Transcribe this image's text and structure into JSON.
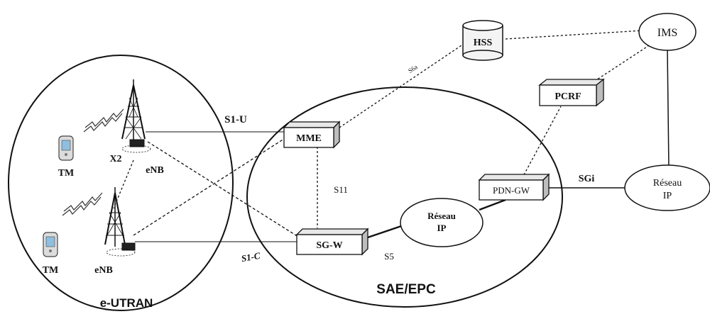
{
  "regions": {
    "eutran_label": "e-UTRAN",
    "epc_label": "SAE/EPC"
  },
  "nodes": {
    "hss": "HSS",
    "ims": "IMS",
    "pcrf": "PCRF",
    "mme": "MME",
    "pdn_gw": "PDN-GW",
    "sg_w": "SG-W",
    "reseau_ip_inner_line1": "Réseau",
    "reseau_ip_inner_line2": "IP",
    "reseau_ip_outer_line1": "Réseau",
    "reseau_ip_outer_line2": "IP",
    "enb_top": "eNB",
    "enb_bottom": "eNB",
    "tm_top": "TM",
    "tm_bottom": "TM"
  },
  "interfaces": {
    "x2": "X2",
    "s1u": "S1-U",
    "s1c": "S1-C",
    "s11": "S11",
    "s5": "S5",
    "s6a": "S6a",
    "sgi": "SGi"
  },
  "colors": {
    "line": "#111111",
    "box_top": "#f2f2f2",
    "box_side": "#bdbdbd",
    "phone_screen": "#8fbfe0"
  }
}
